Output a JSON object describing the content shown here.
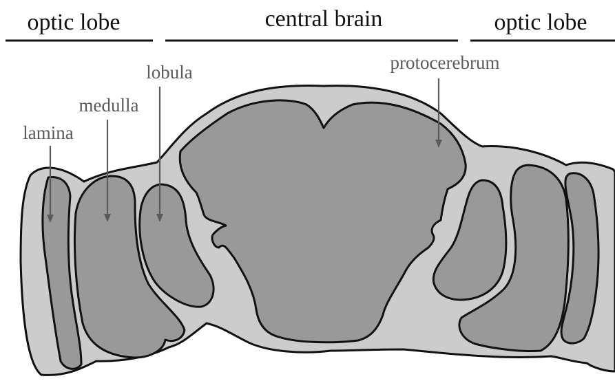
{
  "headers": {
    "left": "optic lobe",
    "center": "central brain",
    "right": "optic lobe"
  },
  "labels": {
    "lamina": "lamina",
    "medulla": "medulla",
    "lobula": "lobula",
    "protocerebrum": "protocerebrum"
  },
  "colors": {
    "outer_tissue": "#cccccc",
    "inner_neuropil": "#999999",
    "outline": "#111111",
    "label_text": "#5a5a5a"
  }
}
